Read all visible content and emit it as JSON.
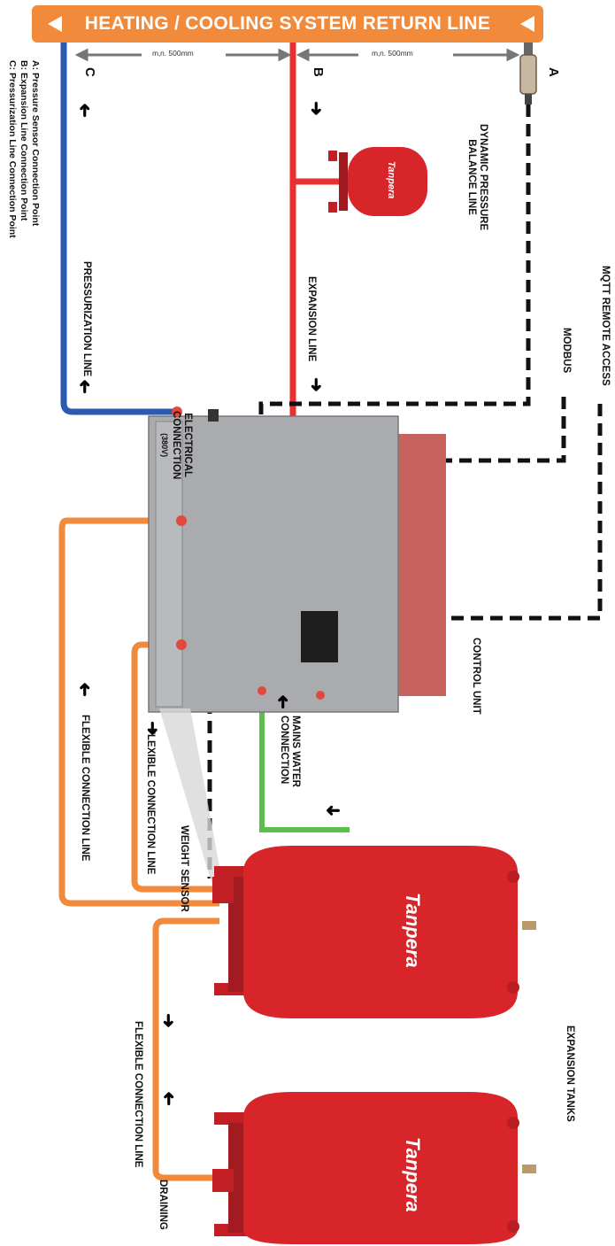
{
  "banner": {
    "title": "HEATING / COOLING SYSTEM RETURN LINE",
    "color": "#f28a3c"
  },
  "dimensions": {
    "left": "m‚n. 500mm",
    "right": "m‚n. 500mm"
  },
  "points": {
    "a": "A",
    "b": "B",
    "c": "C"
  },
  "legend": {
    "a": "A: Pressure Sensor Connection Point",
    "b": "B: Expansion Line Connection Point",
    "c": "C: Pressurization Line Connection Point"
  },
  "labels": {
    "dynamic_pressure": [
      "DYNAMIC PRESSURE",
      "BALANCE LINE"
    ],
    "mqtt": "MQTT REMOTE ACCESS",
    "modbus": "MODBUS",
    "expansion_line": "EXPANSION LINE",
    "pressurization_line": "PRESSURIZATION LINE",
    "electrical": [
      "ELECTRICAL",
      "CONNECTION"
    ],
    "electrical_voltage": "(380V)",
    "control_unit": "CONTROL UNIT",
    "mains_water": [
      "MAINS WATER",
      "CONNECTION"
    ],
    "weight_sensor": "WEIGHT SENSOR",
    "flexible_1": "FLEXIBLE CONNECTION LINE",
    "flexible_2": "FLEXIBLE CONNECTION LINE",
    "flexible_3": "FLEXIBLE CONNECTION LINE",
    "expansion_tanks": "EXPANSION TANKS",
    "draining": "DRAINING"
  },
  "brand": "Tanpera",
  "colors": {
    "expansion_line": "#e8302e",
    "pressurization_line": "#2a5bb0",
    "flexible_line": "#f28a3c",
    "mains_water": "#5cbf4a",
    "signal_line": "#111111",
    "tank": "#d8252a",
    "control_unit": "#a9abae"
  }
}
